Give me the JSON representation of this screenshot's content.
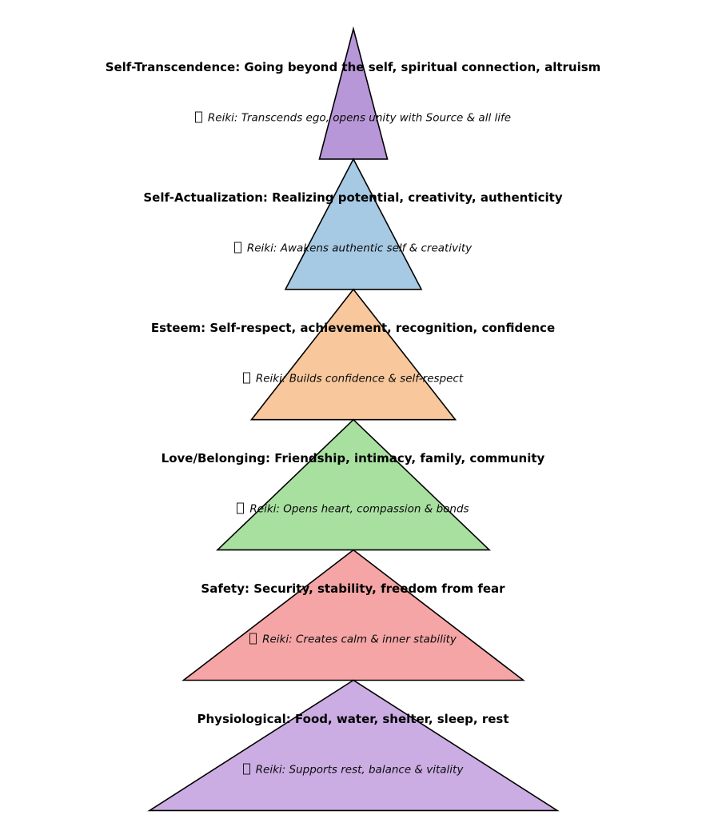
{
  "diagram": {
    "type": "pyramid-hierarchy",
    "background_color": "#ffffff",
    "outline_color": "#000000",
    "text_color": "#000000",
    "note_icon": "missing-glyph-box",
    "levels": [
      {
        "id": "self-transcendence",
        "label": "Self-Transcendence: Going beyond the self, spiritual connection, altruism",
        "reiki_note": "Reiki: Transcends ego, opens unity with Source & all life",
        "color": "#b897d8"
      },
      {
        "id": "self-actualization",
        "label": "Self-Actualization: Realizing potential, creativity, authenticity",
        "reiki_note": "Reiki: Awakens authentic self & creativity",
        "color": "#a6c9e4"
      },
      {
        "id": "esteem",
        "label": "Esteem: Self-respect, achievement, recognition, confidence",
        "reiki_note": "Reiki: Builds confidence & self-respect",
        "color": "#f8c79b"
      },
      {
        "id": "love-belonging",
        "label": "Love/Belonging: Friendship, intimacy, family, community",
        "reiki_note": "Reiki: Opens heart, compassion & bonds",
        "color": "#a8e0a0"
      },
      {
        "id": "safety",
        "label": "Safety: Security, stability, freedom from fear",
        "reiki_note": "Reiki: Creates calm & inner stability",
        "color": "#f5a5a5"
      },
      {
        "id": "physiological",
        "label": "Physiological: Food, water, shelter, sleep, rest",
        "reiki_note": "Reiki: Supports rest, balance & vitality",
        "color": "#cbade3"
      }
    ]
  }
}
